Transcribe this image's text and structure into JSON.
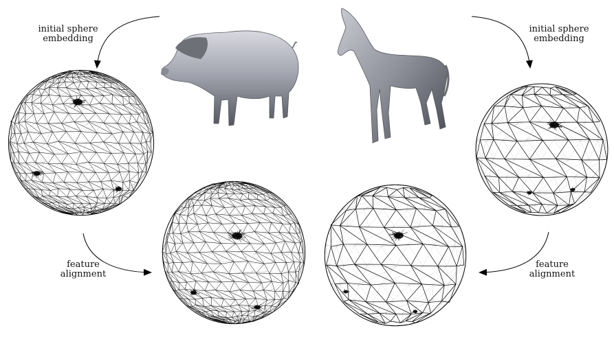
{
  "diagram": {
    "labels": {
      "top_left_line1": "initial sphere",
      "top_left_line2": "embedding",
      "top_right_line1": "initial sphere",
      "top_right_line2": "embedding",
      "bottom_left_line1": "feature",
      "bottom_left_line2": "alignment",
      "bottom_right_line1": "feature",
      "bottom_right_line2": "alignment"
    },
    "models": [
      "pig",
      "horse"
    ],
    "spheres": [
      {
        "id": "pig-initial",
        "mesh": "dense"
      },
      {
        "id": "horse-initial",
        "mesh": "coarse"
      },
      {
        "id": "pig-aligned",
        "mesh": "dense"
      },
      {
        "id": "horse-aligned",
        "mesh": "coarse"
      }
    ],
    "colors": {
      "mesh": "#000000",
      "model": "#9a9ca8",
      "background": "#ffffff"
    }
  }
}
